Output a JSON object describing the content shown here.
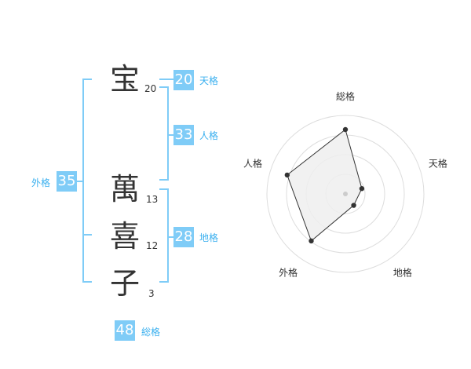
{
  "name_chars": [
    {
      "char": "宝",
      "strokes": "20"
    },
    {
      "char": "萬",
      "strokes": "13"
    },
    {
      "char": "喜",
      "strokes": "12"
    },
    {
      "char": "子",
      "strokes": "3"
    }
  ],
  "kaku": {
    "tenkaku": {
      "value": "20",
      "label": "天格"
    },
    "jinkaku": {
      "value": "33",
      "label": "人格"
    },
    "chikaku": {
      "value": "28",
      "label": "地格"
    },
    "gaikaku": {
      "value": "35",
      "label": "外格"
    },
    "soukaku": {
      "value": "48",
      "label": "総格"
    }
  },
  "colors": {
    "accent": "#7fccf7",
    "label": "#3bb0ef",
    "text": "#333333"
  },
  "chart_data": {
    "type": "radar",
    "axes": [
      "総格",
      "天格",
      "地格",
      "外格",
      "人格"
    ],
    "values": [
      0.82,
      0.22,
      0.18,
      0.74,
      0.78
    ],
    "rings": 4
  }
}
